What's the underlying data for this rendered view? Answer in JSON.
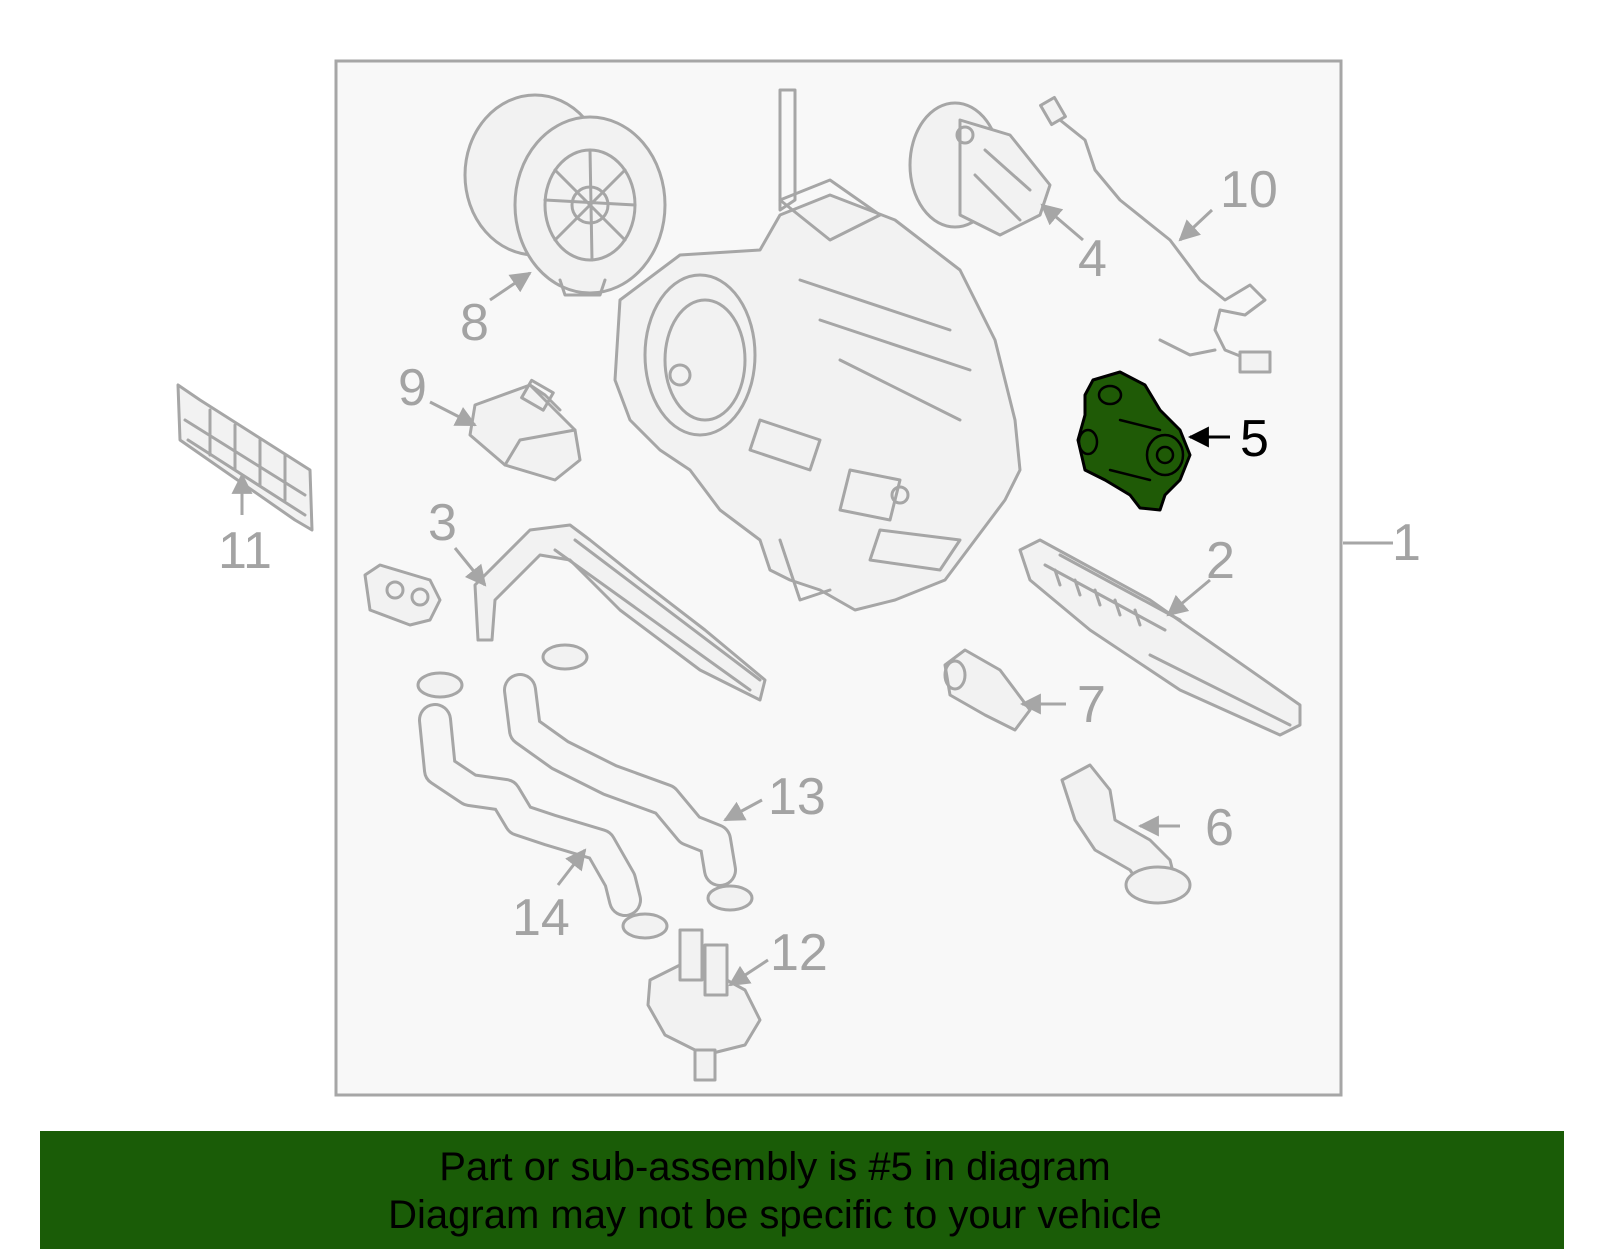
{
  "labels": {
    "p1": "1",
    "p2": "2",
    "p3": "3",
    "p4": "4",
    "p5": "5",
    "p6": "6",
    "p7": "7",
    "p8": "8",
    "p9": "9",
    "p10": "10",
    "p11": "11",
    "p12": "12",
    "p13": "13",
    "p14": "14"
  },
  "highlight_part": "5",
  "colors": {
    "highlight": "#1f5a06",
    "banner": "#1a5c07",
    "outline": "#a6a6a6",
    "panel": "#f8f8f8"
  },
  "banner": {
    "line1": "Part or sub-assembly is #5 in diagram",
    "line2": "Diagram may not be specific to your vehicle"
  }
}
